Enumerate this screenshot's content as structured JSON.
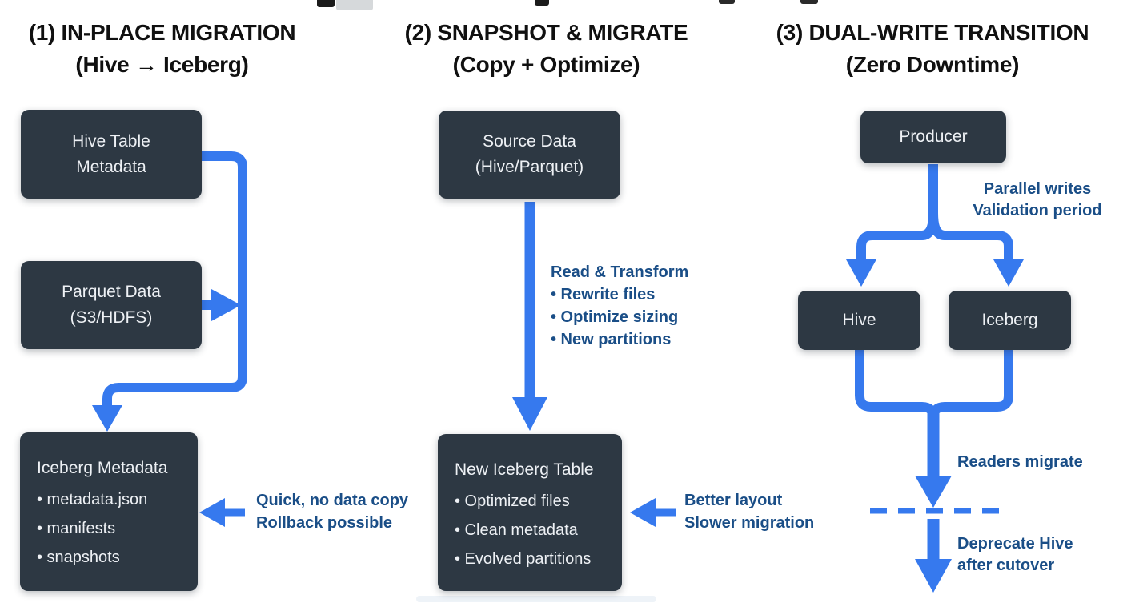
{
  "palette": {
    "background": "#ffffff",
    "arrow_blue": "#3679ee",
    "label_blue": "#1a4e87",
    "node_fill": "#2d3843",
    "node_text": "#eef1f5",
    "title_text": "#101010"
  },
  "columns": [
    {
      "title": "(1) IN-PLACE MIGRATION",
      "subtitle": "(Hive → Iceberg)",
      "nodes": {
        "hive_table_metadata": [
          "Hive Table",
          "Metadata"
        ],
        "parquet_data": [
          "Parquet Data",
          "(S3/HDFS)"
        ],
        "iceberg_metadata": {
          "title": "Iceberg Metadata",
          "bullets": [
            "• metadata.json",
            "• manifests",
            "• snapshots"
          ]
        }
      },
      "annotation": [
        "Quick, no data copy",
        "Rollback possible"
      ]
    },
    {
      "title": "(2) SNAPSHOT & MIGRATE",
      "subtitle": "(Copy + Optimize)",
      "nodes": {
        "source_data": [
          "Source Data",
          "(Hive/Parquet)"
        ],
        "new_iceberg_table": {
          "title": "New Iceberg Table",
          "bullets": [
            "• Optimized files",
            "• Clean metadata",
            "• Evolved partitions"
          ]
        }
      },
      "process": {
        "title": "Read & Transform",
        "bullets": [
          "• Rewrite files",
          "• Optimize sizing",
          "• New partitions"
        ]
      },
      "annotation": [
        "Better layout",
        "Slower migration"
      ]
    },
    {
      "title": "(3) DUAL-WRITE TRANSITION",
      "subtitle": "(Zero Downtime)",
      "nodes": {
        "producer": [
          "Producer"
        ],
        "hive": [
          "Hive"
        ],
        "iceberg": [
          "Iceberg"
        ]
      },
      "labels": {
        "parallel": [
          "Parallel writes",
          "Validation period"
        ],
        "readers": "Readers migrate",
        "deprecate": [
          "Deprecate Hive",
          "after cutover"
        ]
      }
    }
  ]
}
